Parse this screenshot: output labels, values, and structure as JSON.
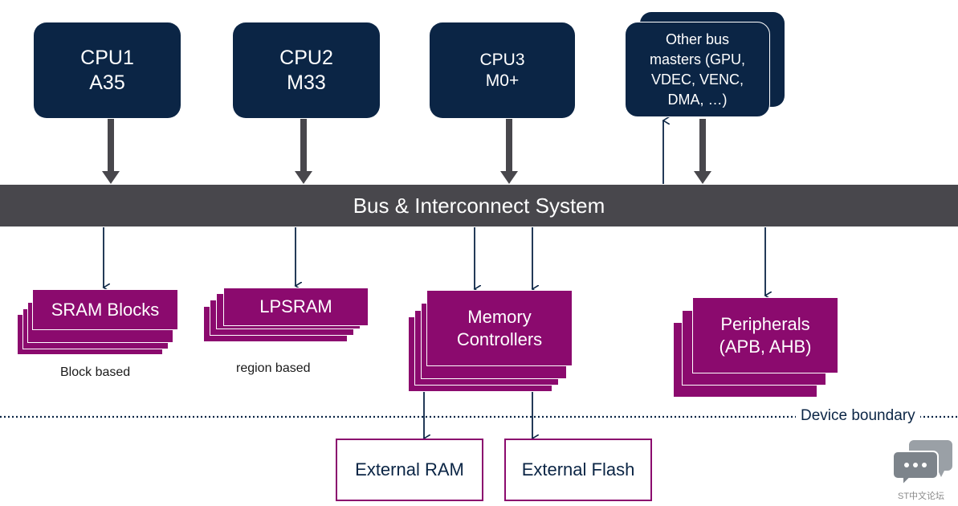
{
  "cpus": [
    {
      "line1": "CPU1",
      "line2": "A35"
    },
    {
      "line1": "CPU2",
      "line2": "M33"
    },
    {
      "line1": "CPU3",
      "line2": "M0+"
    }
  ],
  "other_masters": {
    "line1": "Other bus",
    "line2": "masters (GPU,",
    "line3": "VDEC, VENC,",
    "line4": "DMA, …)"
  },
  "bus": {
    "label": "Bus & Interconnect System"
  },
  "targets": {
    "sram": {
      "label": "SRAM Blocks",
      "caption": "Block based"
    },
    "lpsram": {
      "label": "LPSRAM",
      "caption": "region based"
    },
    "memctrl": {
      "line1": "Memory",
      "line2": "Controllers"
    },
    "periph": {
      "line1": "Peripherals",
      "line2": "(APB, AHB)"
    }
  },
  "external": {
    "ram": "External RAM",
    "flash": "External Flash"
  },
  "boundary": {
    "label": "Device boundary"
  },
  "watermark": {
    "label": "ST中文论坛"
  },
  "colors": {
    "cpu": "#0b2545",
    "bus": "#48474c",
    "memory": "#8b0a6e",
    "arrow_gray": "#48474c"
  }
}
